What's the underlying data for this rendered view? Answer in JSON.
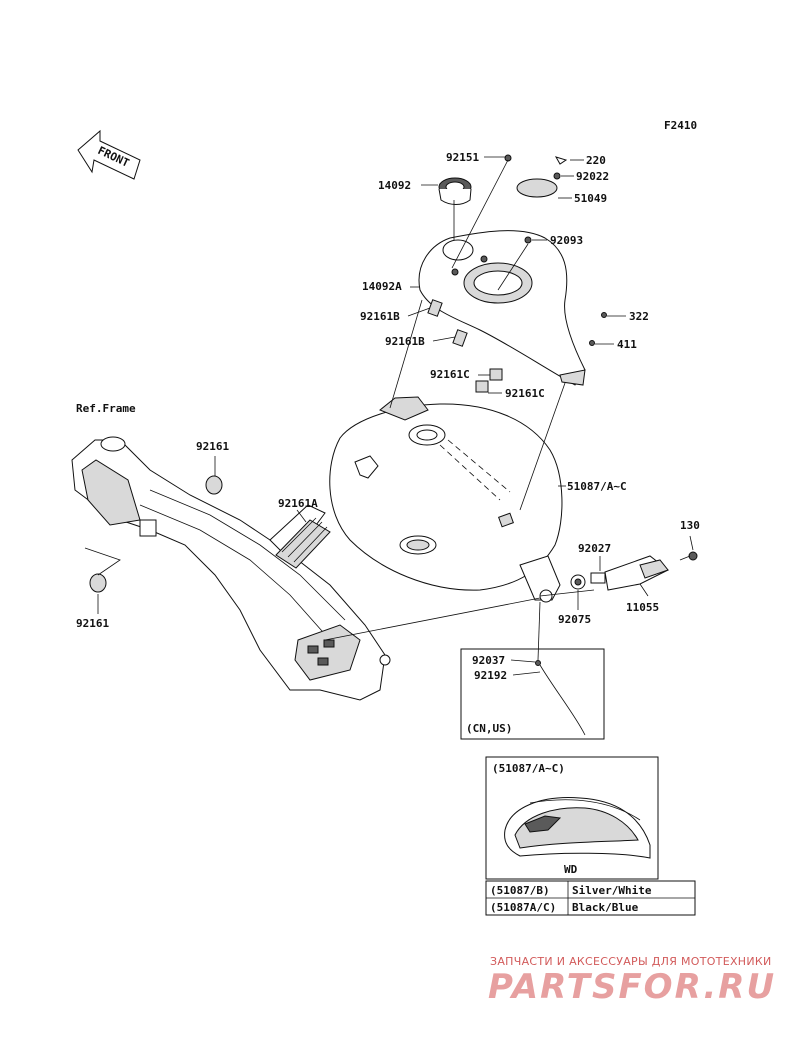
{
  "figure_code": "F2410",
  "front_arrow_label": "FRONT",
  "ref_frame_label": "Ref.Frame",
  "part_labels": {
    "p92151": "92151",
    "p220": "220",
    "p14092": "14092",
    "p92022": "92022",
    "p51049": "51049",
    "p92093": "92093",
    "p14092A": "14092A",
    "p92161B_1": "92161B",
    "p92161B_2": "92161B",
    "p322": "322",
    "p411": "411",
    "p92161C_1": "92161C",
    "p92161C_2": "92161C",
    "p92161_top": "92161",
    "p51087": "51087/A~C",
    "p92161A": "92161A",
    "p130": "130",
    "p92027": "92027",
    "p11055": "11055",
    "p92075": "92075",
    "p92161_bottom": "92161",
    "p92037": "92037",
    "p92192": "92192"
  },
  "cn_us_inset": {
    "label": "(CN,US)"
  },
  "color_inset": {
    "title": "(51087/A~C)",
    "code": "WD",
    "rows": [
      {
        "part": "(51087/B)",
        "color": "Silver/White"
      },
      {
        "part": "(51087A/C)",
        "color": "Black/Blue"
      }
    ]
  },
  "watermark": {
    "tagline": "ЗАПЧАСТИ И АКСЕССУАРЫ ДЛЯ МОТОТЕХНИКИ",
    "brand": "PARTSFOR.RU"
  },
  "colors": {
    "line": "#111111",
    "watermark_text": "#d25a5a",
    "watermark_logo": "#e7a0a0"
  }
}
